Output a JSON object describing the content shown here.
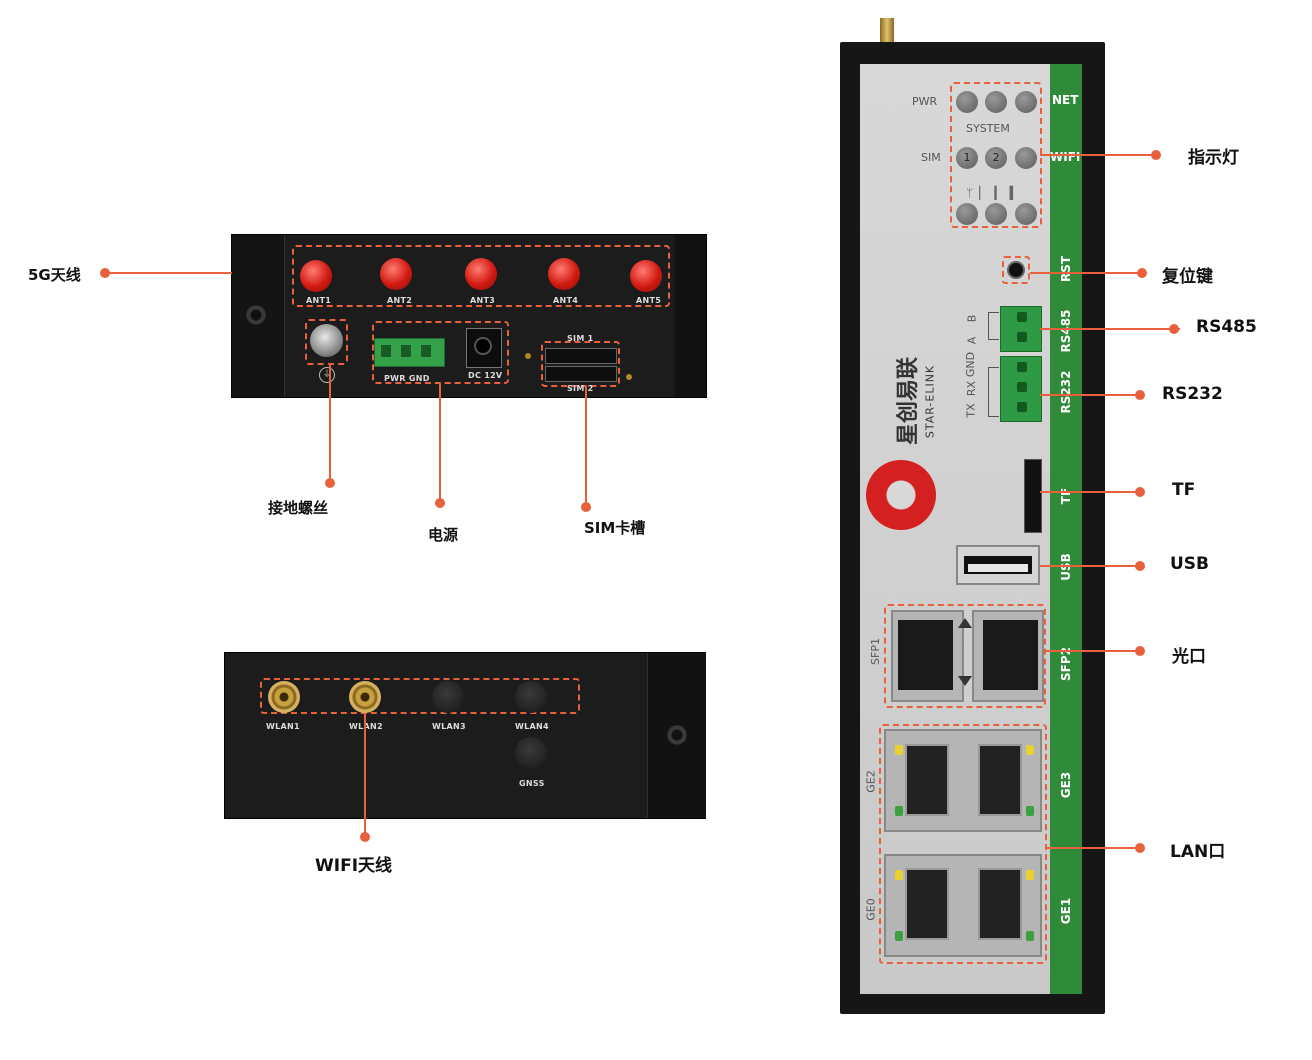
{
  "callouts": {
    "antenna_5g": "5G天线",
    "ground_screw": "接地螺丝",
    "power": "电源",
    "sim_slot": "SIM卡槽",
    "wifi_antenna": "WIFI天线",
    "indicators": "指示灯",
    "reset_button": "复位键",
    "rs485": "RS485",
    "rs232": "RS232",
    "tf": "TF",
    "usb": "USB",
    "optical_port": "光口",
    "lan_port": "LAN口"
  },
  "top_panel": {
    "antennas": [
      "ANT1",
      "ANT2",
      "ANT3",
      "ANT4",
      "ANT5"
    ],
    "power_terminal": "PWR GND",
    "dc_jack": "DC 12V",
    "sim1": "SIM 1",
    "sim2": "SIM 2"
  },
  "bottom_panel": {
    "wlan": [
      "WLAN1",
      "WLAN2",
      "WLAN3",
      "WLAN4"
    ],
    "gnss": "GNSS"
  },
  "front_panel": {
    "leds": {
      "pwr": "PWR",
      "system": "SYSTEM",
      "sim": "SIM",
      "sim_nums": [
        "1",
        "2"
      ],
      "net": "NET",
      "wifi": "WIFI"
    },
    "strip_labels": {
      "rst": "RST",
      "rs485": "RS485",
      "rs232": "RS232",
      "tf": "TF",
      "usb": "USB",
      "sfp2": "SFP2",
      "ge3": "GE3",
      "ge1": "GE1"
    },
    "terminal_pins": {
      "b": "B",
      "a": "A",
      "gnd": "GND",
      "rx": "RX",
      "tx": "TX"
    },
    "sfp1": "SFP1",
    "ge2": "GE2",
    "ge0": "GE0",
    "brand_cn": "星创易联",
    "brand_en": "STAR-ELINK"
  },
  "colors": {
    "accent": "#e8603c",
    "strip_green": "#2f8a3a"
  }
}
